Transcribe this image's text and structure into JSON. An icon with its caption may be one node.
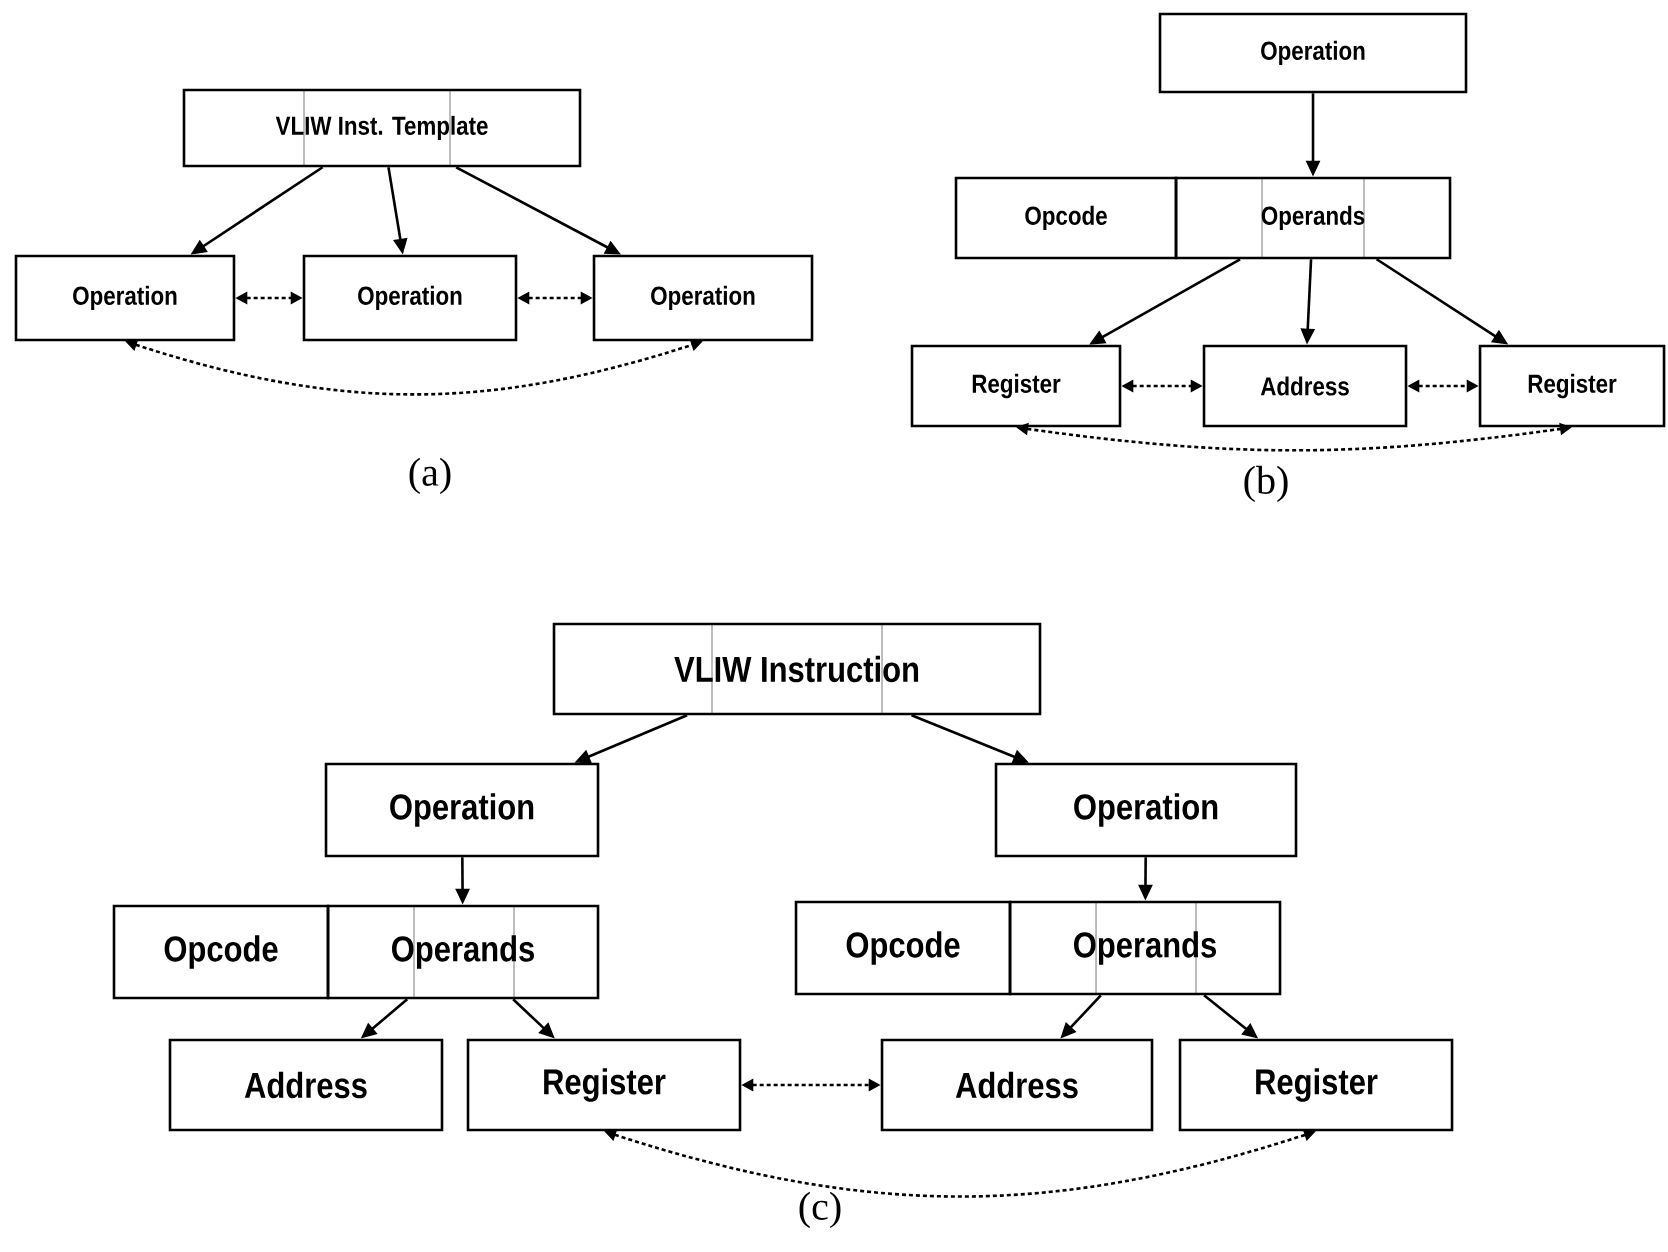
{
  "diagram": {
    "nodes": [
      {
        "text": [
          "VLIW Inst. Template"
        ]
      },
      {
        "text": [
          "Operation"
        ]
      },
      {
        "text": [
          "Operation"
        ]
      },
      {
        "text": [
          "Operation"
        ]
      },
      {
        "text": [
          "Operation"
        ]
      },
      {
        "text": [
          "Opcode"
        ]
      },
      {
        "text": [
          "Operands"
        ]
      },
      {
        "text": [
          "Register"
        ]
      },
      {
        "text": [
          "Address"
        ]
      },
      {
        "text": [
          "Register"
        ]
      },
      {
        "text": [
          "VLIW Instruction"
        ]
      },
      {
        "text": [
          "Operation"
        ]
      },
      {
        "text": [
          "Operation"
        ]
      },
      {
        "text": [
          "Opcode"
        ]
      },
      {
        "text": [
          "Operands"
        ]
      },
      {
        "text": [
          "Opcode"
        ]
      },
      {
        "text": [
          "Operands"
        ]
      },
      {
        "text": [
          "Address"
        ]
      },
      {
        "text": [
          "Register"
        ]
      },
      {
        "text": [
          "Address"
        ]
      },
      {
        "text": [
          "Register"
        ]
      }
    ],
    "edges": [
      {
        "from": 0,
        "to": 1,
        "arrow": "to"
      },
      {
        "from": 0,
        "to": 2,
        "arrow": "to"
      },
      {
        "from": 0,
        "to": 3,
        "arrow": "to"
      },
      {
        "from": 1,
        "to": 2,
        "arrow": "both",
        "style": "dashed"
      },
      {
        "from": 2,
        "to": 3,
        "arrow": "both",
        "style": "dashed"
      },
      {
        "from": 1,
        "to": 3,
        "arrow": "both",
        "style": "dashed"
      },
      {
        "from": 4,
        "to": 6,
        "arrow": "to"
      },
      {
        "from": 6,
        "to": 7,
        "arrow": "to"
      },
      {
        "from": 6,
        "to": 8,
        "arrow": "to"
      },
      {
        "from": 6,
        "to": 9,
        "arrow": "to"
      },
      {
        "from": 7,
        "to": 8,
        "arrow": "both",
        "style": "dashed"
      },
      {
        "from": 8,
        "to": 9,
        "arrow": "both",
        "style": "dashed"
      },
      {
        "from": 7,
        "to": 9,
        "arrow": "both",
        "style": "dashed"
      },
      {
        "from": 10,
        "to": 11,
        "arrow": "to"
      },
      {
        "from": 10,
        "to": 12,
        "arrow": "to"
      },
      {
        "from": 11,
        "to": 14,
        "arrow": "to"
      },
      {
        "from": 12,
        "to": 16,
        "arrow": "to"
      },
      {
        "from": 14,
        "to": 17,
        "arrow": "to"
      },
      {
        "from": 14,
        "to": 18,
        "arrow": "to"
      },
      {
        "from": 16,
        "to": 19,
        "arrow": "to"
      },
      {
        "from": 16,
        "to": 20,
        "arrow": "to"
      },
      {
        "from": 18,
        "to": 19,
        "arrow": "both",
        "style": "dashed"
      },
      {
        "from": 18,
        "to": 20,
        "arrow": "both",
        "style": "dashed"
      }
    ],
    "labels": [
      "(a)",
      "(b)",
      "(c)"
    ]
  }
}
